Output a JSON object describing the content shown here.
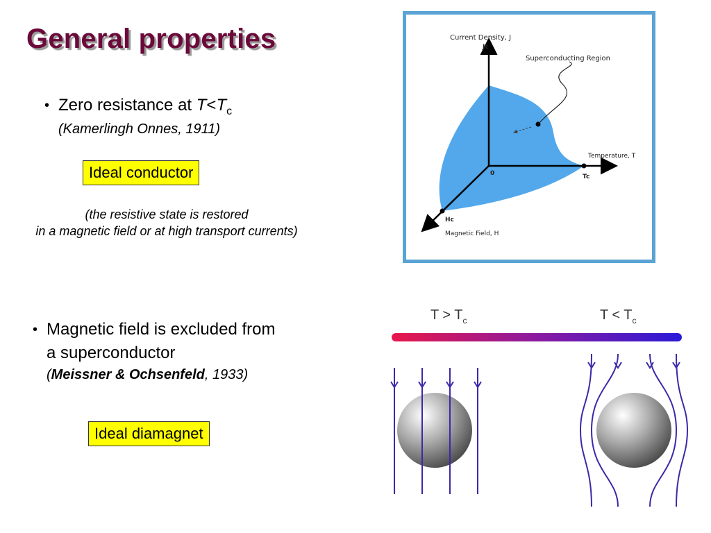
{
  "title": "General properties",
  "bullet1": {
    "text_prefix": "Zero resistance at ",
    "T": "T",
    "lt": "<",
    "Tc_T": "T",
    "Tc_sub": "c",
    "citation": "(Kamerlingh Onnes, 1911)"
  },
  "box1": "Ideal conductor",
  "note": {
    "line1": "(the resistive state is restored",
    "line2": "in a magnetic field or at high transport currents)"
  },
  "bullet2": {
    "line1": "Magnetic field is excluded from",
    "line2": "a superconductor",
    "cite_open": "(",
    "cite_bold": "Meissner & Ochsenfeld",
    "cite_rest": ", 1933)"
  },
  "box2": "Ideal diamagnet",
  "phase_diagram": {
    "axis_j": "Current Density, J",
    "label_jc": "Jc",
    "region": "Superconducting Region",
    "axis_t": "Temperature, T",
    "label_tc": "Tc",
    "origin": "0",
    "label_hc": "Hc",
    "axis_h": "Magnetic Field, H",
    "colors": {
      "region": "#3f9ee9",
      "frame": "#5aa3d4"
    }
  },
  "meissner": {
    "left_main": "T > T",
    "left_sub": "c",
    "right_main": "T < T",
    "right_sub": "c",
    "colors": {
      "bar_start": "#e8174a",
      "bar_end": "#2a1ad8",
      "field_lines": "#3a2aa8"
    }
  }
}
